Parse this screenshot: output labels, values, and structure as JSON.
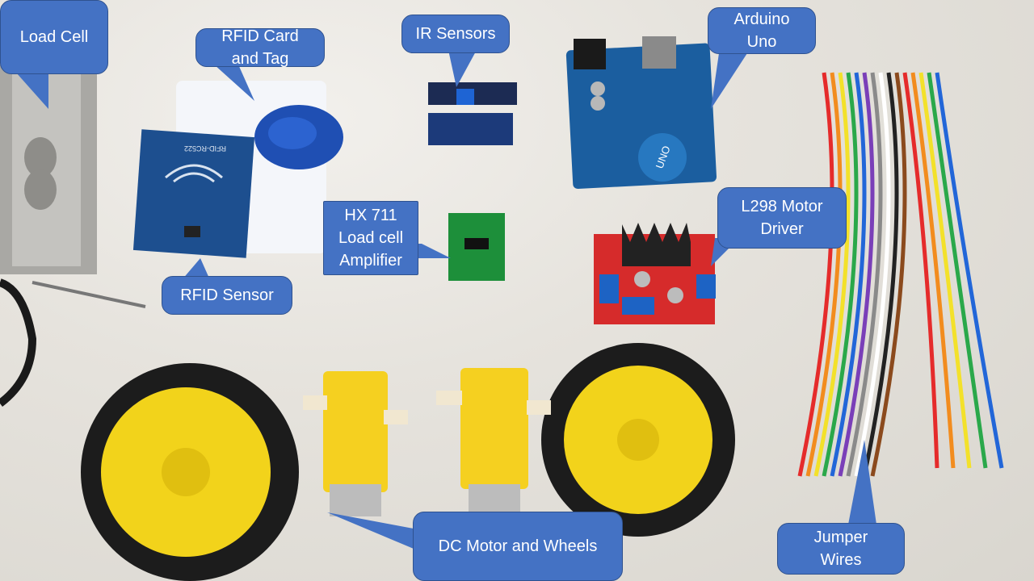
{
  "image": {
    "description": "Photo of electronic components laid out on a marble surface with blue callout labels",
    "background_color": "#e6e3dd",
    "callout_color": "#4472c4"
  },
  "labels": {
    "load_cell": "Load Cell",
    "rfid_card": "RFID Card\nand Tag",
    "ir_sensors": "IR Sensors",
    "arduino": "Arduino\nUno",
    "hx711": "HX 711\nLoad cell\nAmplifier",
    "l298": "L298 Motor\nDriver",
    "rfid_sensor": "RFID Sensor",
    "dc_motor": "DC Motor and Wheels",
    "jumper": "Jumper\nWires"
  },
  "board_text": {
    "rfid_module": "RFID-RC522",
    "arduino_brand": "UNO"
  }
}
